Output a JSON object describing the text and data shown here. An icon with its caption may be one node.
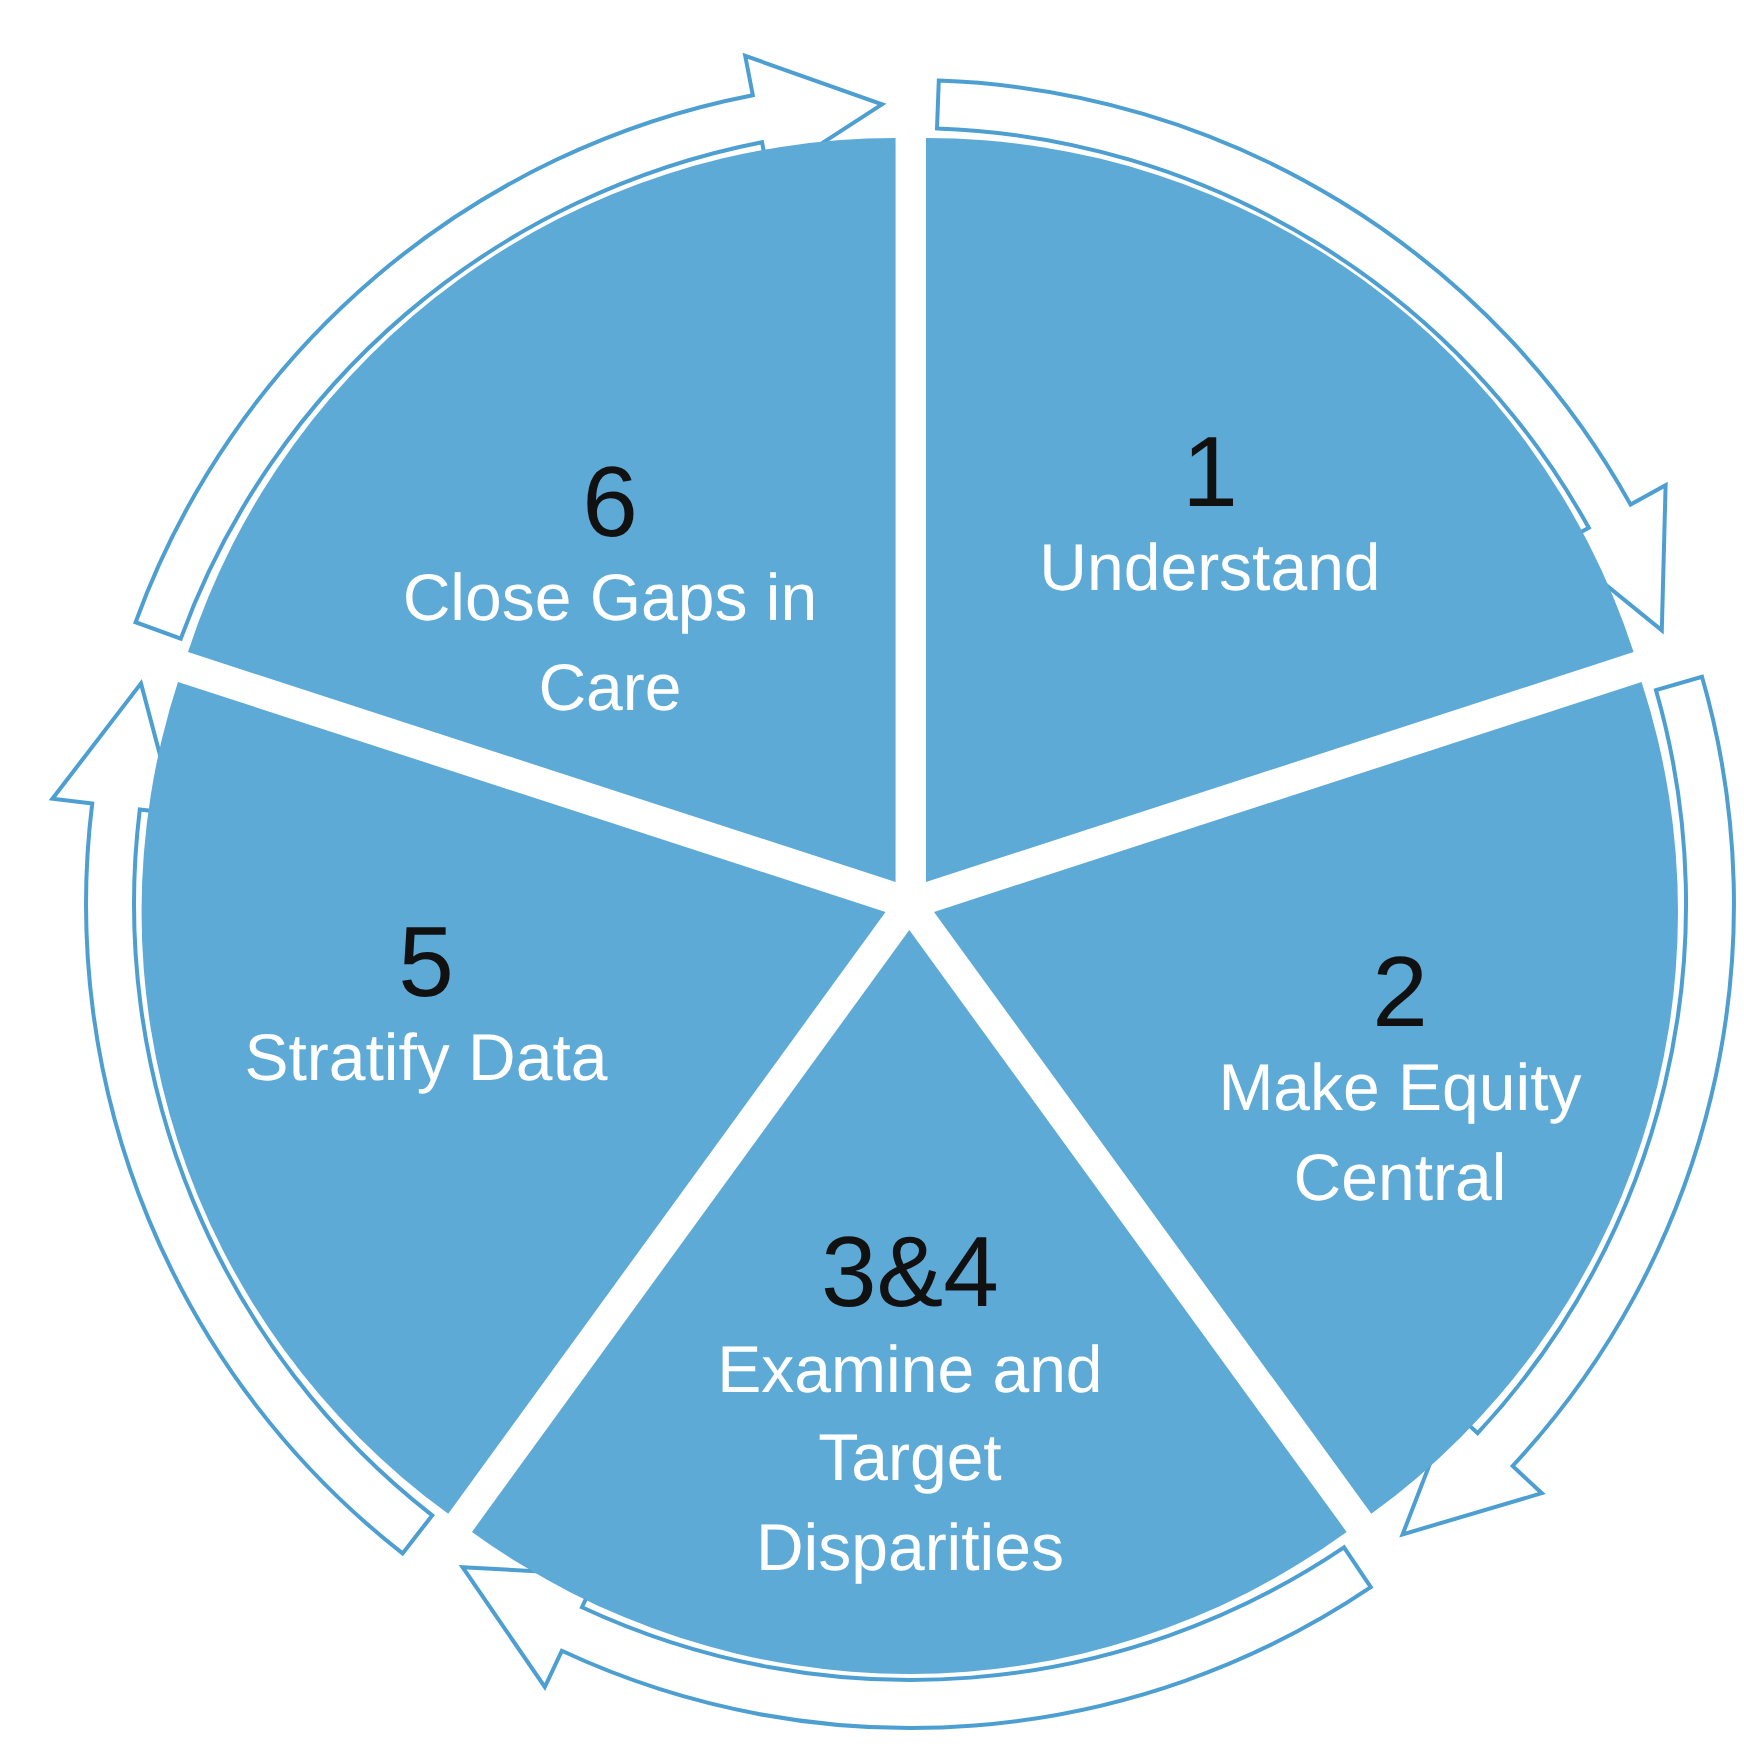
{
  "diagram": {
    "nodes": [
      {
        "text": [
          "1",
          "Understand"
        ]
      },
      {
        "text": [
          "2",
          "Make Equity Central"
        ]
      },
      {
        "text": [
          "3&4",
          "Examine and Target Disparities"
        ]
      },
      {
        "text": [
          "5",
          "Stratify Data"
        ]
      },
      {
        "text": [
          "6",
          "Close Gaps in Care"
        ]
      }
    ],
    "edges": [
      {
        "from": 0,
        "to": 1,
        "arrow": "to"
      },
      {
        "from": 1,
        "to": 2,
        "arrow": "to"
      },
      {
        "from": 2,
        "to": 3,
        "arrow": "to"
      },
      {
        "from": 3,
        "to": 4,
        "arrow": "to"
      },
      {
        "from": 4,
        "to": 0,
        "arrow": "to"
      }
    ]
  }
}
